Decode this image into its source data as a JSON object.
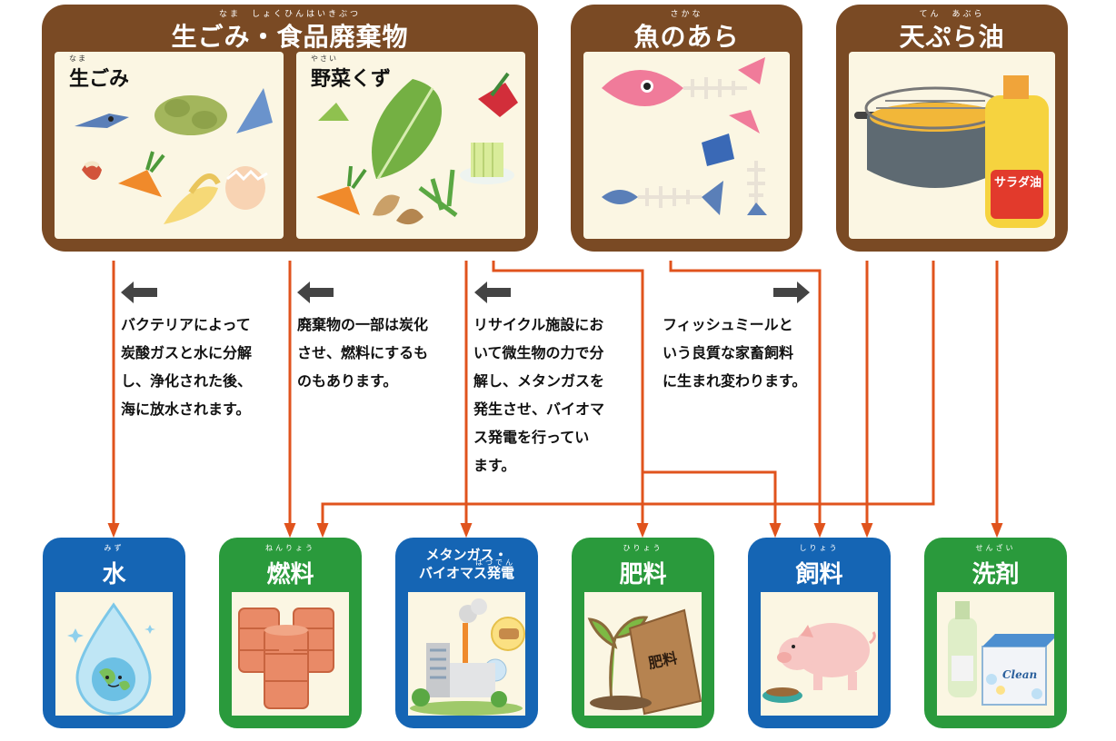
{
  "sources": [
    {
      "id": "food_waste",
      "title": "生ごみ・食品廃棄物",
      "ruby": "なま　しょくひんはいきぶつ",
      "panels": [
        {
          "label": "生ごみ",
          "ruby": "なま"
        },
        {
          "label": "野菜くず",
          "ruby": "やさい"
        }
      ]
    },
    {
      "id": "fish",
      "title": "魚のあら",
      "ruby": "さかな"
    },
    {
      "id": "oil",
      "title": "天ぷら油",
      "ruby": "てん　あぶら",
      "bottle_label": "サラダ油"
    }
  ],
  "descriptions": [
    {
      "id": "desc_water",
      "lines": [
        "バクテリアによって",
        "炭酸ガスと水に分解",
        "し、浄化された後、",
        "海に放水されます。"
      ]
    },
    {
      "id": "desc_fuel",
      "lines": [
        "廃棄物の一部は炭化",
        "させ、燃料にするも",
        "のもあります。"
      ]
    },
    {
      "id": "desc_methane",
      "lines": [
        "リサイクル施設にお",
        "いて微生物の力で分",
        "解し、メタンガスを",
        "発生させ、バイオマ",
        "ス発電を行ってい",
        "ます。"
      ]
    },
    {
      "id": "desc_feed",
      "lines": [
        "フィッシュミールと",
        "いう良質な家畜飼料",
        "に生まれ変わります。"
      ]
    }
  ],
  "outputs": [
    {
      "id": "water",
      "title": "水",
      "ruby": "みず",
      "color": "blue"
    },
    {
      "id": "fuel",
      "title": "燃料",
      "ruby": "ねんりょう",
      "color": "green"
    },
    {
      "id": "biomass",
      "title": "メタンガス・\nバイオマス発電",
      "ruby": "はつでん",
      "color": "blue"
    },
    {
      "id": "fertilizer",
      "title": "肥料",
      "ruby": "ひりょう",
      "color": "green",
      "bag_label": "肥料"
    },
    {
      "id": "feed",
      "title": "飼料",
      "ruby": "しりょう",
      "color": "blue"
    },
    {
      "id": "detergent",
      "title": "洗剤",
      "ruby": "せんざい",
      "color": "green",
      "box_label": "Clean"
    }
  ],
  "colors": {
    "source_bg": "#7a4a24",
    "panel_bg": "#fbf6e3",
    "flow": "#e0531d",
    "blue": "#1565b4",
    "green": "#2a9a3c",
    "arrow_gray": "#444444"
  },
  "icons": [
    "left-arrow-icon",
    "right-arrow-icon"
  ]
}
